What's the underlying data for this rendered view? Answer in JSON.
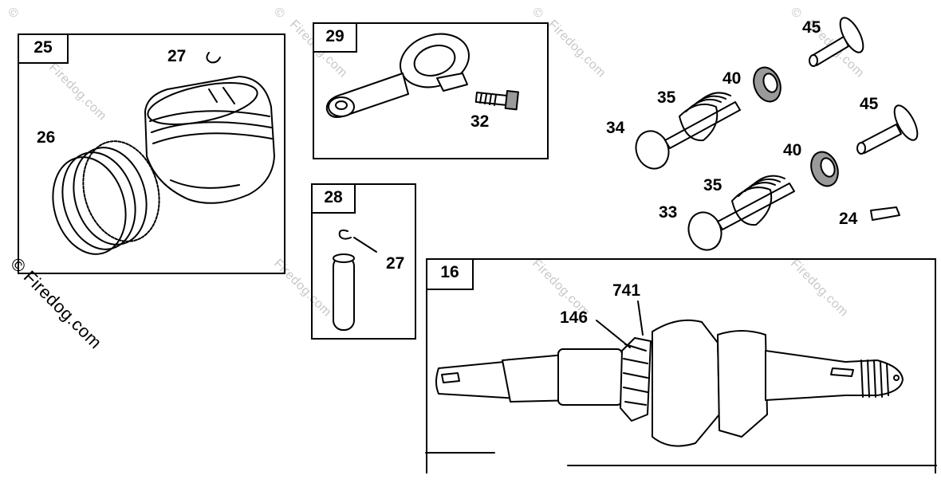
{
  "watermark": {
    "text": "© Firedog.com",
    "faint_text": "Firedog.com",
    "copyright_symbol": "©"
  },
  "boxes": {
    "piston": "25",
    "connecting_rod": "29",
    "piston_pin": "28",
    "crankshaft": "16"
  },
  "callouts": {
    "retainer_top": "27",
    "rings": "26",
    "rod_bolt": "32",
    "pin_retainer": "27",
    "valve_a": "34",
    "valve_b": "33",
    "spring_a": "35",
    "spring_b": "35",
    "retainer_a": "40",
    "retainer_b": "40",
    "tappet_a": "45",
    "tappet_b": "45",
    "key": "24",
    "gear": "741",
    "gear_key": "146"
  },
  "icons": [
    "copyright-icon"
  ]
}
